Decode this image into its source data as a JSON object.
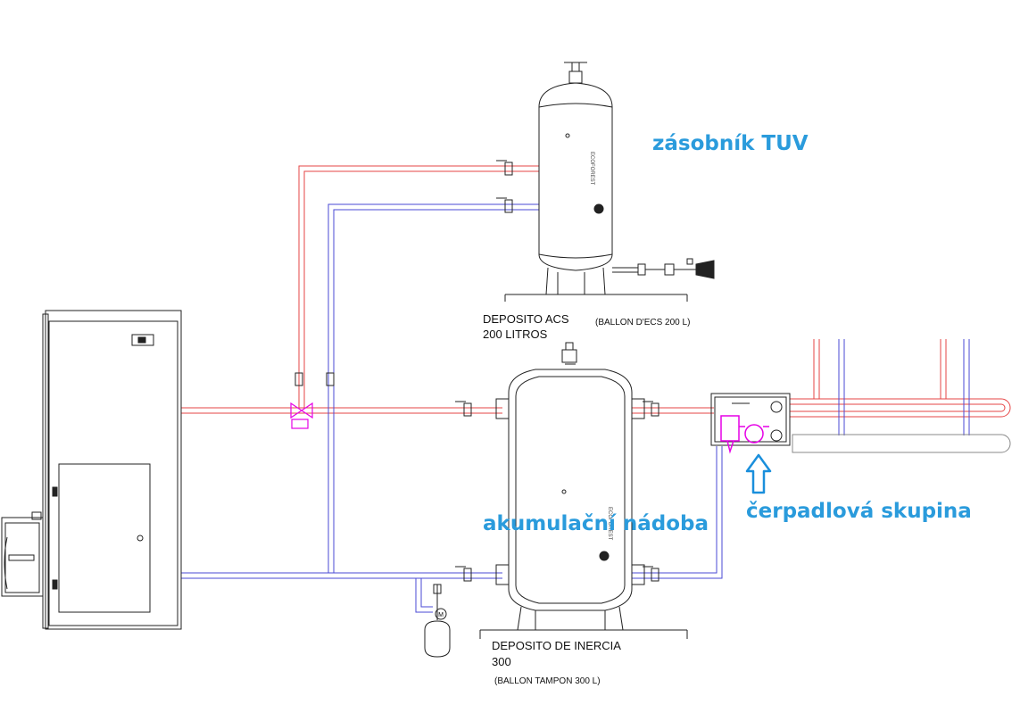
{
  "labels": {
    "acs_tank": {
      "line1": "DEPOSITO ACS",
      "line2": "200 LITROS"
    },
    "acs_ballon": "(BALLON D'ECS 200 L)",
    "inertia_tank": {
      "line1": "DEPOSITO DE INERCIA",
      "line2": "300"
    },
    "inertia_ballon": "(BALLON TAMPON 300 L)",
    "brand_upper": "ECOFOREST",
    "brand_lower": "ECOFOREST",
    "motor_symbol": "M"
  },
  "annotations": {
    "dhw_tank": "zásobník TUV",
    "accumulation_tank": "akumulační nádoba",
    "pump_group": "čerpadlová skupina"
  },
  "colors": {
    "annotation": "#2a9bdc",
    "hot_pipe": "#e64646",
    "cold_pipe": "#4a4ad6",
    "highlight": "#e600e6",
    "line": "#222222",
    "arrow": "#1a8fdc"
  }
}
